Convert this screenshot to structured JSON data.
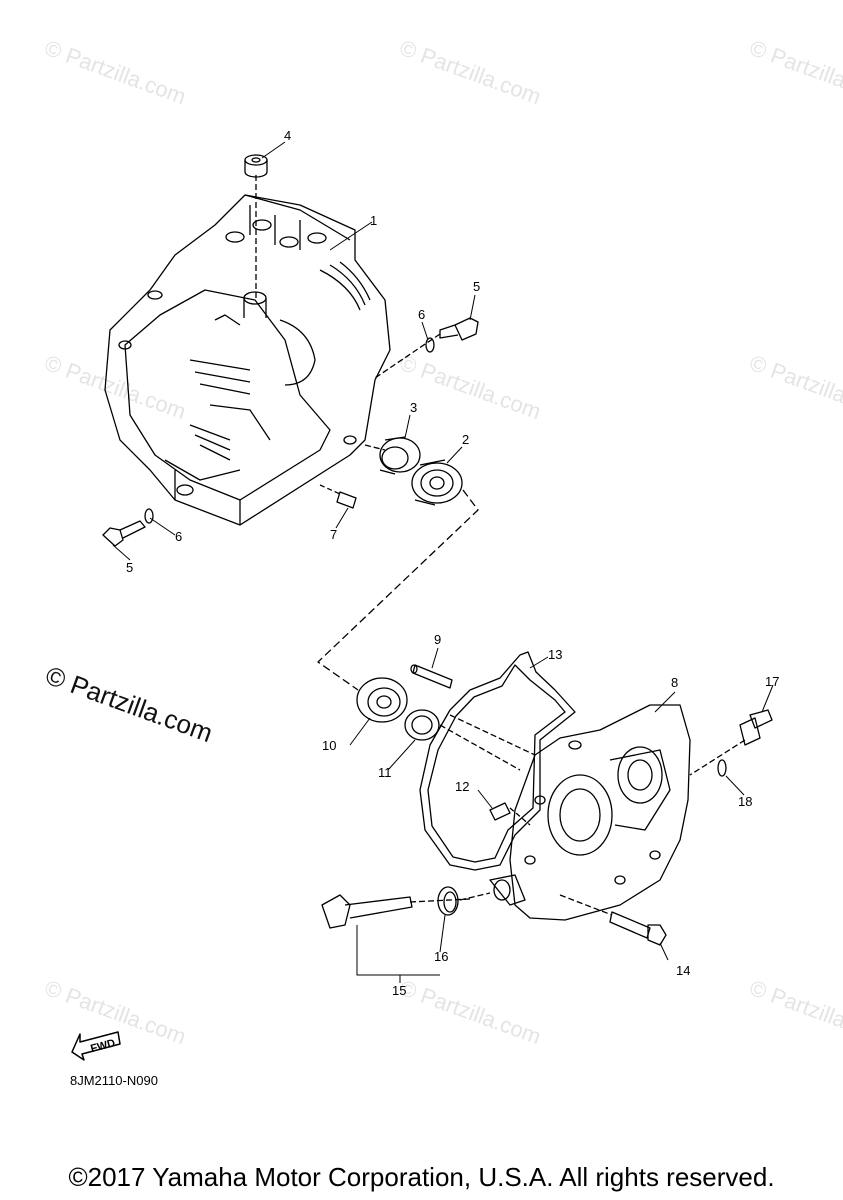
{
  "watermarks": [
    "© Partzilla.com",
    "© Partzilla.com",
    "© Partzilla.com",
    "© Partzilla.com",
    "© Partzilla.com",
    "© Partzilla.com",
    "© Partzilla.com",
    "© Partzilla.com",
    "© Partzilla.com"
  ],
  "watermark_main": "© Partzilla.com",
  "callouts": {
    "c1": "1",
    "c2": "2",
    "c3": "3",
    "c4": "4",
    "c5a": "5",
    "c5b": "5",
    "c6a": "6",
    "c6b": "6",
    "c7": "7",
    "c8": "8",
    "c9": "9",
    "c10": "10",
    "c11": "11",
    "c12": "12",
    "c13": "13",
    "c14": "14",
    "c15": "15",
    "c16": "16",
    "c17": "17",
    "c18": "18"
  },
  "fwd_label": "FWD",
  "diagram_code": "8JM2110-N090",
  "copyright": "©2017 Yamaha Motor Corporation, U.S.A. All rights reserved."
}
